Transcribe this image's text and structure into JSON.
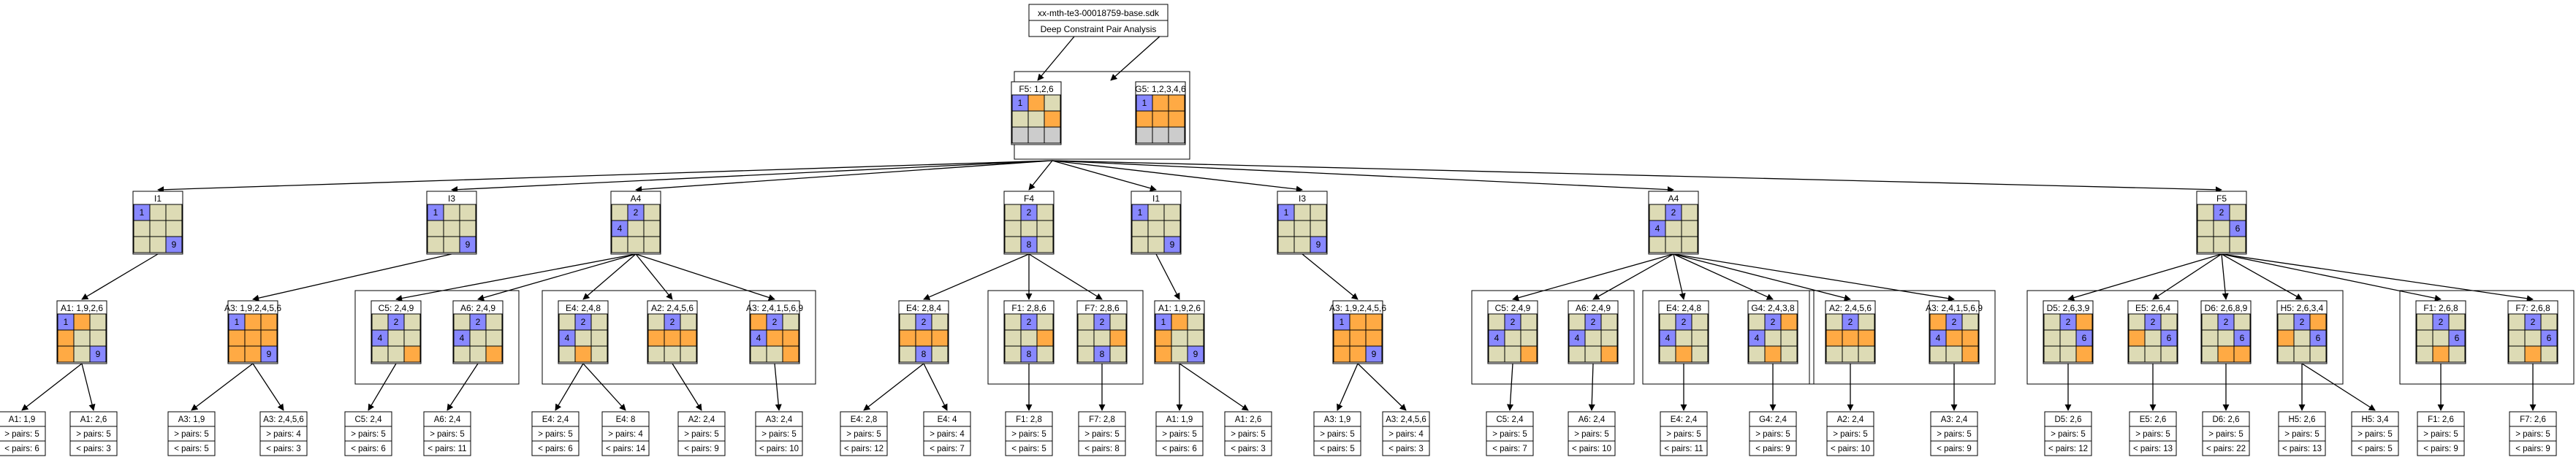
{
  "header": {
    "title": "xx-mth-te3-00018759-base.sdk",
    "subtitle": "Deep Constraint Pair Analysis"
  },
  "colors": {
    "given": "#8888ff",
    "candidate": "#ffaa44",
    "empty": "#dddbb5",
    "blocked": "#cccccc",
    "frame": "#000000"
  },
  "root_group": [
    {
      "label": "F5: 1,2,6",
      "cells": [
        "G1",
        "C",
        "E",
        "E",
        "E",
        "C",
        "B",
        "B",
        "B"
      ]
    },
    {
      "label": "G5: 1,2,3,4,6",
      "cells": [
        "G1",
        "C",
        "C",
        "C",
        "C",
        "C",
        "B",
        "B",
        "B"
      ]
    }
  ],
  "branches": [
    {
      "label": "I1",
      "cells": [
        "G1",
        "E",
        "E",
        "E",
        "E",
        "E",
        "E",
        "E",
        "G9"
      ],
      "groups": [
        [
          {
            "label": "A1: 1,9,2,6",
            "cells": [
              "G1",
              "C",
              "E",
              "C",
              "E",
              "E",
              "C",
              "E",
              "G9"
            ],
            "leaves": [
              {
                "label": "A1: 1,9",
                "gt": "> pairs: 5",
                "lt": "< pairs: 6"
              },
              {
                "label": "A1: 2,6",
                "gt": "> pairs: 5",
                "lt": "< pairs: 3"
              }
            ]
          }
        ]
      ]
    },
    {
      "label": "I3",
      "cells": [
        "G1",
        "E",
        "E",
        "E",
        "E",
        "E",
        "E",
        "E",
        "G9"
      ],
      "groups": [
        [
          {
            "label": "A3: 1,9,2,4,5,6",
            "cells": [
              "G1",
              "C",
              "C",
              "C",
              "C",
              "C",
              "C",
              "C",
              "G9"
            ],
            "leaves": [
              {
                "label": "A3: 1,9",
                "gt": "> pairs: 5",
                "lt": "< pairs: 5"
              },
              {
                "label": "A3: 2,4,5,6",
                "gt": "> pairs: 4",
                "lt": "< pairs: 3"
              }
            ]
          }
        ]
      ]
    },
    {
      "label": "A4",
      "cells": [
        "E",
        "G2",
        "E",
        "G4",
        "E",
        "E",
        "E",
        "E",
        "E"
      ],
      "groups": [
        [
          {
            "label": "C5: 2,4,9",
            "cells": [
              "E",
              "G2",
              "E",
              "G4",
              "E",
              "E",
              "E",
              "E",
              "C"
            ],
            "leaves": [
              {
                "label": "C5: 2,4",
                "gt": "> pairs: 5",
                "lt": "< pairs: 6"
              }
            ]
          },
          {
            "label": "A6: 2,4,9",
            "cells": [
              "E",
              "G2",
              "E",
              "G4",
              "E",
              "E",
              "E",
              "E",
              "C"
            ],
            "leaves": [
              {
                "label": "A6: 2,4",
                "gt": "> pairs: 5",
                "lt": "< pairs: 11"
              }
            ]
          }
        ],
        [
          {
            "label": "E4: 2,4,8",
            "cells": [
              "E",
              "G2",
              "E",
              "G4",
              "E",
              "E",
              "E",
              "C",
              "E"
            ],
            "leaves": [
              {
                "label": "E4: 2,4",
                "gt": "> pairs: 5",
                "lt": "< pairs: 6"
              },
              {
                "label": "E4: 8",
                "gt": "> pairs: 4",
                "lt": "< pairs: 14"
              }
            ]
          },
          {
            "label": "A2: 2,4,5,6",
            "cells": [
              "E",
              "G2",
              "E",
              "C",
              "C",
              "C",
              "E",
              "E",
              "E"
            ],
            "leaves": [
              {
                "label": "A2: 2,4",
                "gt": "> pairs: 5",
                "lt": "< pairs: 9"
              }
            ]
          },
          {
            "label": "A3: 2,4,1,5,6,9",
            "cells": [
              "C",
              "G2",
              "E",
              "G4",
              "C",
              "C",
              "E",
              "E",
              "C"
            ],
            "leaves": [
              {
                "label": "A3: 2,4",
                "gt": "> pairs: 5",
                "lt": "< pairs: 10"
              }
            ]
          }
        ]
      ]
    },
    {
      "label": "F4",
      "cells": [
        "E",
        "G2",
        "E",
        "E",
        "E",
        "E",
        "E",
        "G8",
        "E"
      ],
      "groups": [
        [
          {
            "label": "E4: 2,8,4",
            "cells": [
              "E",
              "G2",
              "E",
              "C",
              "C",
              "C",
              "E",
              "G8",
              "E"
            ],
            "leaves": [
              {
                "label": "E4: 2,8",
                "gt": "> pairs: 5",
                "lt": "< pairs: 12"
              },
              {
                "label": "E4: 4",
                "gt": "> pairs: 4",
                "lt": "< pairs: 7"
              }
            ]
          }
        ],
        [
          {
            "label": "F1: 2,8,6",
            "cells": [
              "E",
              "G2",
              "E",
              "E",
              "E",
              "C",
              "E",
              "G8",
              "E"
            ],
            "leaves": [
              {
                "label": "F1: 2,8",
                "gt": "> pairs: 5",
                "lt": "< pairs: 5"
              }
            ]
          },
          {
            "label": "F7: 2,8,6",
            "cells": [
              "E",
              "G2",
              "E",
              "E",
              "E",
              "C",
              "E",
              "G8",
              "E"
            ],
            "leaves": [
              {
                "label": "F7: 2,8",
                "gt": "> pairs: 5",
                "lt": "< pairs: 8"
              }
            ]
          }
        ]
      ]
    },
    {
      "label": "I1",
      "cells": [
        "G1",
        "E",
        "E",
        "E",
        "E",
        "E",
        "E",
        "E",
        "G9"
      ],
      "groups": [
        [
          {
            "label": "A1: 1,9,2,6",
            "cells": [
              "G1",
              "C",
              "E",
              "C",
              "E",
              "E",
              "C",
              "E",
              "G9"
            ],
            "leaves": [
              {
                "label": "A1: 1,9",
                "gt": "> pairs: 5",
                "lt": "< pairs: 6"
              },
              {
                "label": "A1: 2,6",
                "gt": "> pairs: 5",
                "lt": "< pairs: 3"
              }
            ]
          }
        ]
      ]
    },
    {
      "label": "I3",
      "cells": [
        "G1",
        "E",
        "E",
        "E",
        "E",
        "E",
        "E",
        "E",
        "G9"
      ],
      "groups": [
        [
          {
            "label": "A3: 1,9,2,4,5,6",
            "cells": [
              "G1",
              "C",
              "C",
              "C",
              "C",
              "C",
              "C",
              "C",
              "G9"
            ],
            "leaves": [
              {
                "label": "A3: 1,9",
                "gt": "> pairs: 5",
                "lt": "< pairs: 5"
              },
              {
                "label": "A3: 2,4,5,6",
                "gt": "> pairs: 4",
                "lt": "< pairs: 3"
              }
            ]
          }
        ]
      ]
    },
    {
      "label": "A4",
      "cells": [
        "E",
        "G2",
        "E",
        "G4",
        "E",
        "E",
        "E",
        "E",
        "E"
      ],
      "groups": [
        [
          {
            "label": "C5: 2,4,9",
            "cells": [
              "E",
              "G2",
              "E",
              "G4",
              "E",
              "E",
              "E",
              "E",
              "C"
            ],
            "leaves": [
              {
                "label": "C5: 2,4",
                "gt": "> pairs: 5",
                "lt": "< pairs: 7"
              }
            ]
          },
          {
            "label": "A6: 2,4,9",
            "cells": [
              "E",
              "G2",
              "E",
              "G4",
              "E",
              "E",
              "E",
              "E",
              "C"
            ],
            "leaves": [
              {
                "label": "A6: 2,4",
                "gt": "> pairs: 5",
                "lt": "< pairs: 10"
              }
            ]
          }
        ],
        [
          {
            "label": "E4: 2,4,8",
            "cells": [
              "E",
              "G2",
              "E",
              "G4",
              "E",
              "E",
              "E",
              "C",
              "E"
            ],
            "leaves": [
              {
                "label": "E4: 2,4",
                "gt": "> pairs: 5",
                "lt": "< pairs: 11"
              }
            ]
          },
          {
            "label": "G4: 2,4,3,8",
            "cells": [
              "E",
              "G2",
              "C",
              "G4",
              "E",
              "E",
              "E",
              "C",
              "E"
            ],
            "leaves": [
              {
                "label": "G4: 2,4",
                "gt": "> pairs: 5",
                "lt": "< pairs: 9"
              }
            ]
          }
        ],
        [
          {
            "label": "A2: 2,4,5,6",
            "cells": [
              "E",
              "G2",
              "E",
              "C",
              "C",
              "C",
              "E",
              "E",
              "E"
            ],
            "leaves": [
              {
                "label": "A2: 2,4",
                "gt": "> pairs: 5",
                "lt": "< pairs: 10"
              }
            ]
          },
          {
            "label": "A3: 2,4,1,5,6,9",
            "cells": [
              "C",
              "G2",
              "E",
              "G4",
              "C",
              "C",
              "E",
              "E",
              "C"
            ],
            "leaves": [
              {
                "label": "A3: 2,4",
                "gt": "> pairs: 5",
                "lt": "< pairs: 9"
              }
            ]
          }
        ]
      ]
    },
    {
      "label": "F5",
      "cells": [
        "E",
        "G2",
        "E",
        "E",
        "E",
        "G6",
        "E",
        "E",
        "E"
      ],
      "groups": [
        [
          {
            "label": "D5: 2,6,3,9",
            "cells": [
              "E",
              "G2",
              "C",
              "E",
              "E",
              "G6",
              "E",
              "E",
              "C"
            ],
            "leaves": [
              {
                "label": "D5: 2,6",
                "gt": "> pairs: 5",
                "lt": "< pairs: 12"
              }
            ]
          },
          {
            "label": "E5: 2,6,4",
            "cells": [
              "E",
              "G2",
              "E",
              "C",
              "E",
              "G6",
              "E",
              "E",
              "E"
            ],
            "leaves": [
              {
                "label": "E5: 2,6",
                "gt": "> pairs: 5",
                "lt": "< pairs: 13"
              }
            ]
          },
          {
            "label": "D6: 2,6,8,9",
            "cells": [
              "E",
              "G2",
              "E",
              "E",
              "E",
              "G6",
              "E",
              "C",
              "C"
            ],
            "leaves": [
              {
                "label": "D6: 2,6",
                "gt": "> pairs: 5",
                "lt": "< pairs: 22"
              }
            ]
          },
          {
            "label": "H5: 2,6,3,4",
            "cells": [
              "E",
              "G2",
              "C",
              "C",
              "E",
              "G6",
              "E",
              "E",
              "E"
            ],
            "leaves": [
              {
                "label": "H5: 2,6",
                "gt": "> pairs: 5",
                "lt": "< pairs: 13"
              },
              {
                "label": "H5: 3,4",
                "gt": "> pairs: 5",
                "lt": "< pairs: 5"
              }
            ]
          }
        ],
        [
          {
            "label": "F1: 2,6,8",
            "cells": [
              "E",
              "G2",
              "E",
              "E",
              "E",
              "G6",
              "E",
              "C",
              "E"
            ],
            "leaves": [
              {
                "label": "F1: 2,6",
                "gt": "> pairs: 5",
                "lt": "< pairs: 9"
              }
            ]
          },
          {
            "label": "F7: 2,6,8",
            "cells": [
              "E",
              "G2",
              "E",
              "E",
              "E",
              "G6",
              "E",
              "C",
              "E"
            ],
            "leaves": [
              {
                "label": "F7: 2,6",
                "gt": "> pairs: 5",
                "lt": "< pairs: 9"
              }
            ]
          }
        ]
      ]
    }
  ]
}
